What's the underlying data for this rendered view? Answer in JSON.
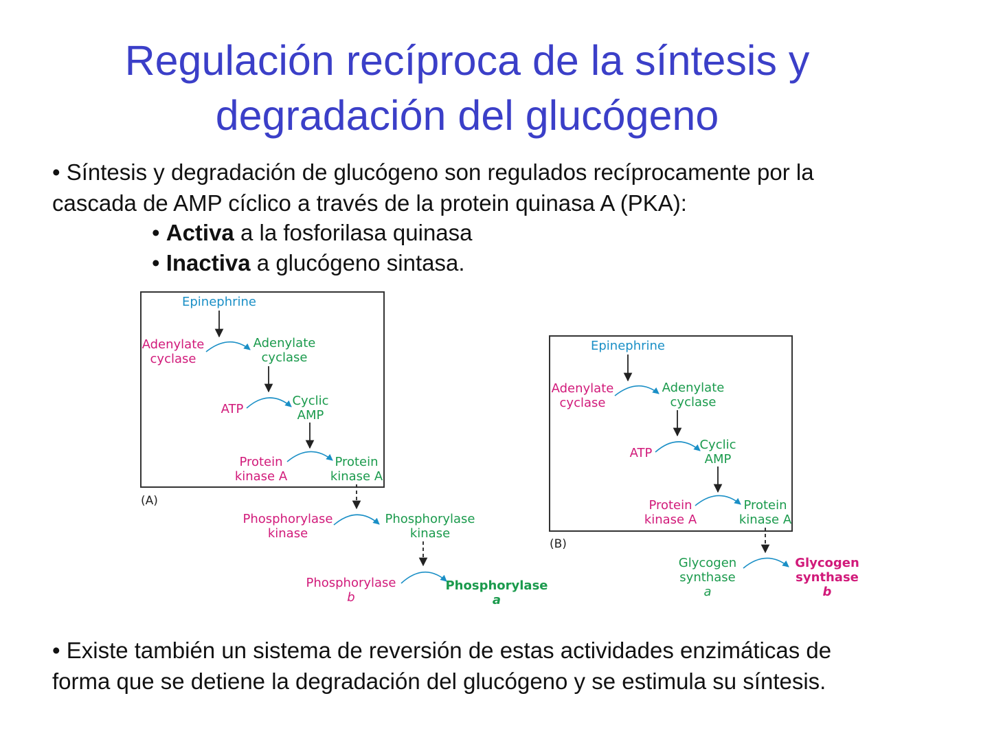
{
  "title": {
    "line1": "Regulación recíproca de la síntesis y",
    "line2": "degradación del glucógeno"
  },
  "intro": {
    "line1": "•  Síntesis y degradación de glucógeno son regulados recíprocamente por la",
    "line2": "cascada de AMP cíclico a través de la protein quinasa A (PKA):"
  },
  "bullets": [
    {
      "bullet": "• ",
      "bold": "Activa",
      "rest": " a la fosforilasa quinasa"
    },
    {
      "bullet": "• ",
      "bold": "Inactiva",
      "rest": " a glucógeno sintasa."
    }
  ],
  "diagram_a": {
    "caption": "(A)",
    "epinephrine": "Epinephrine",
    "adenylate_inactive": [
      "Adenylate",
      "cyclase"
    ],
    "adenylate_active": [
      "Adenylate",
      "cyclase"
    ],
    "atp": "ATP",
    "camp": [
      "Cyclic",
      "AMP"
    ],
    "pka_inactive": [
      "Protein",
      "kinase A"
    ],
    "pka_active": [
      "Protein",
      "kinase A"
    ],
    "phk_inactive": [
      "Phosphorylase",
      "kinase"
    ],
    "phk_active": [
      "Phosphorylase",
      "kinase"
    ],
    "phos_inactive": [
      "Phosphorylase",
      "b"
    ],
    "phos_active": [
      "Phosphorylase",
      "a"
    ]
  },
  "diagram_b": {
    "caption": "(B)",
    "epinephrine": "Epinephrine",
    "adenylate_inactive": [
      "Adenylate",
      "cyclase"
    ],
    "adenylate_active": [
      "Adenylate",
      "cyclase"
    ],
    "atp": "ATP",
    "camp": [
      "Cyclic",
      "AMP"
    ],
    "pka_inactive": [
      "Protein",
      "kinase A"
    ],
    "pka_active": [
      "Protein",
      "kinase A"
    ],
    "gs_active": [
      "Glycogen",
      "synthase",
      "a"
    ],
    "gs_inactive": [
      "Glycogen",
      "synthase",
      "b"
    ]
  },
  "outro": {
    "line1": "•  Existe también un sistema de reversión de estas actividades enzimáticas de",
    "line2": "forma que se detiene la degradación del glucógeno y se estimula su síntesis."
  },
  "colors": {
    "title": "#3b3fc8",
    "inactive_magenta": "#d11a7a",
    "active_green": "#1a9a4c",
    "signal_blue": "#1a8fc6"
  }
}
